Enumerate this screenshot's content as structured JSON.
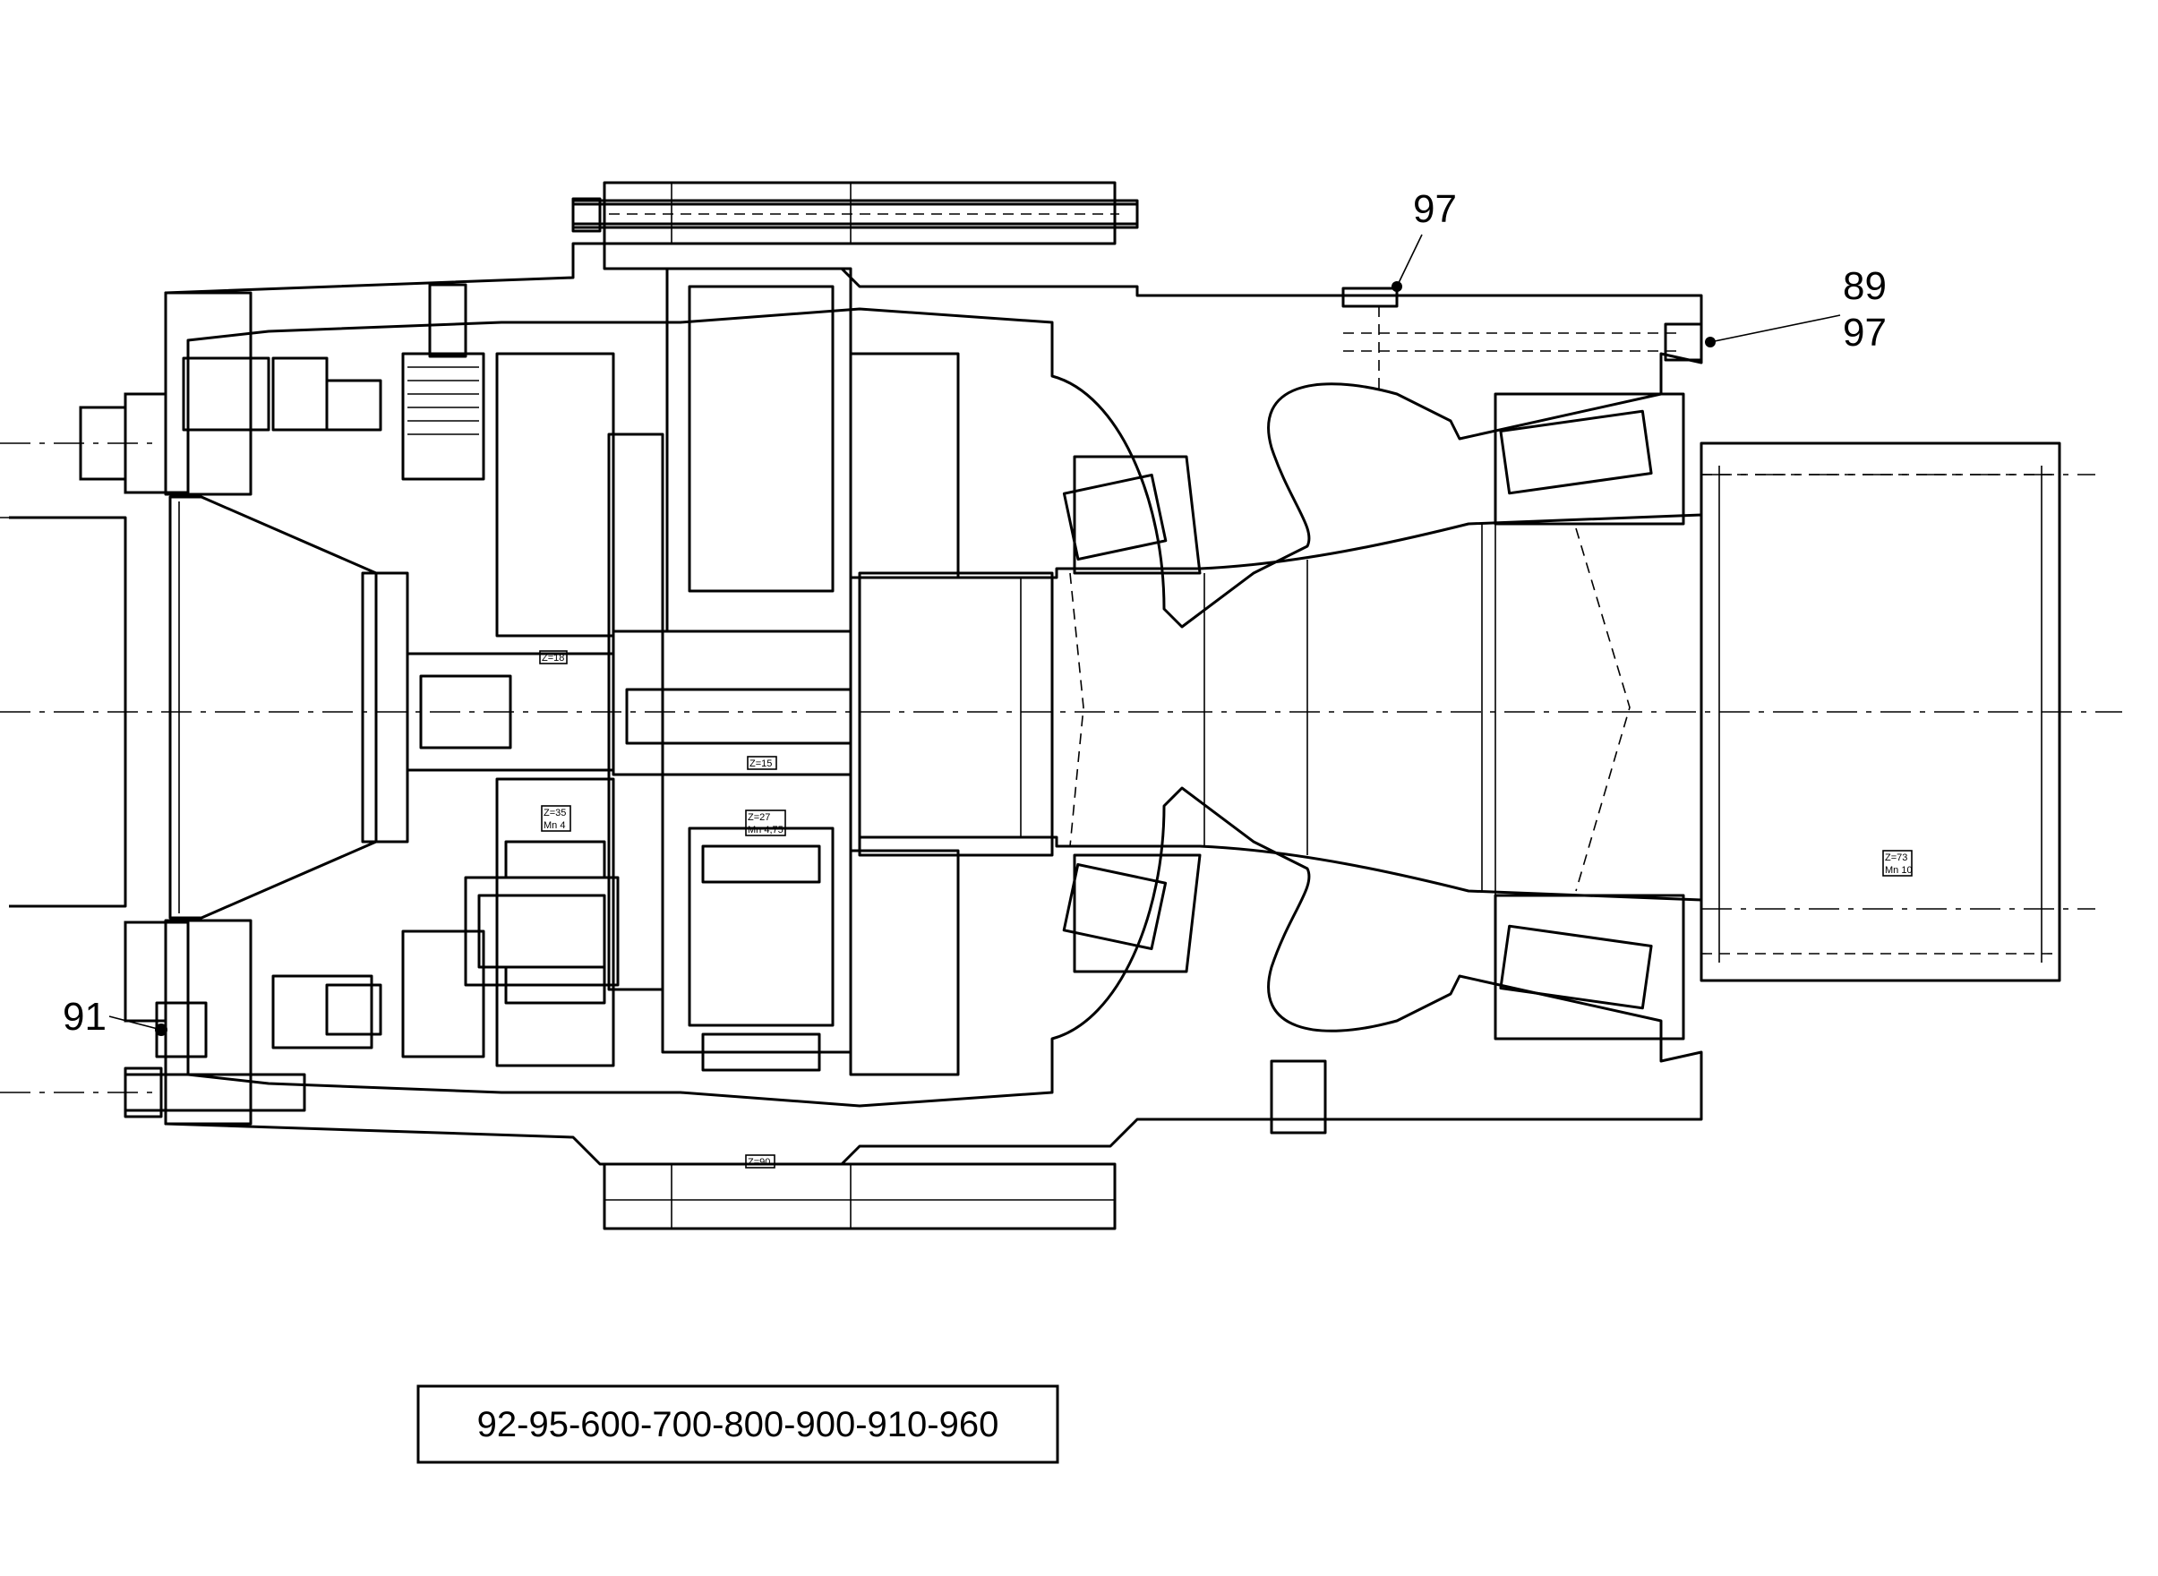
{
  "callouts": [
    {
      "id": "c97-top",
      "label": "97"
    },
    {
      "id": "c89",
      "label": "89"
    },
    {
      "id": "c97-right",
      "label": "97"
    },
    {
      "id": "c91",
      "label": "91"
    }
  ],
  "part_box": {
    "text": "92-95-600-700-800-900-910-960"
  },
  "gear_labels": [
    {
      "id": "z18",
      "text": "Z=18"
    },
    {
      "id": "z15",
      "text": "Z=15"
    },
    {
      "id": "z35",
      "text": "Z=35"
    },
    {
      "id": "m4",
      "text": "Mn 4"
    },
    {
      "id": "z27",
      "text": "Z=27"
    },
    {
      "id": "m475",
      "text": "Mn 4,75"
    },
    {
      "id": "z90",
      "text": "Z=90"
    },
    {
      "id": "z73",
      "text": "Z=73"
    },
    {
      "id": "m10",
      "text": "Mn 10"
    }
  ]
}
